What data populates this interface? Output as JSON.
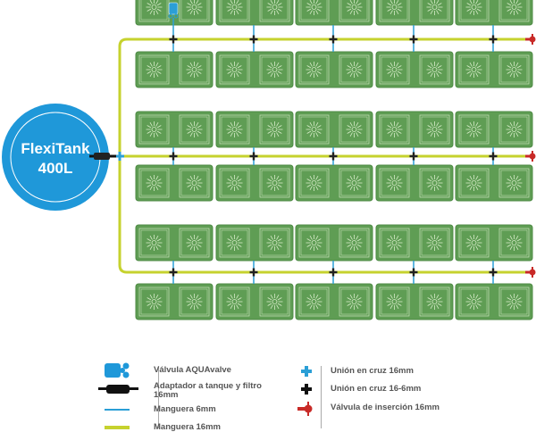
{
  "tank": {
    "name": "FlexiTank",
    "capacity": "400L"
  },
  "colors": {
    "tray": "#5f9d54",
    "tray_border": "#4d8a43",
    "pipe_16mm": "#c6d22e",
    "pipe_6mm": "#2b9fd6",
    "tank": "#1f98d9",
    "insert_valve": "#c82a27",
    "cross_6mm": "#222222",
    "cross_16mm": "#2b9fd6"
  },
  "layout_counts": {
    "tray_rows": 6,
    "tray_columns": 5,
    "branch_lines": 3
  },
  "legend": {
    "left": [
      {
        "icon": "aquavalve-icon",
        "label": "Válvula AQUAvalve"
      },
      {
        "icon": "tank-adapter-icon",
        "label": "Adaptador a tanque y filtro 16mm"
      },
      {
        "icon": "hose-6mm-icon",
        "label": "Manguera 6mm"
      },
      {
        "icon": "hose-16mm-icon",
        "label": "Manguera 16mm"
      }
    ],
    "right": [
      {
        "icon": "cross-16mm-icon",
        "label": "Unión en cruz 16mm"
      },
      {
        "icon": "cross-16-6mm-icon",
        "label": "Unión en cruz 16-6mm"
      },
      {
        "icon": "insertion-valve-icon",
        "label": "Válvula de inserción 16mm"
      }
    ]
  }
}
